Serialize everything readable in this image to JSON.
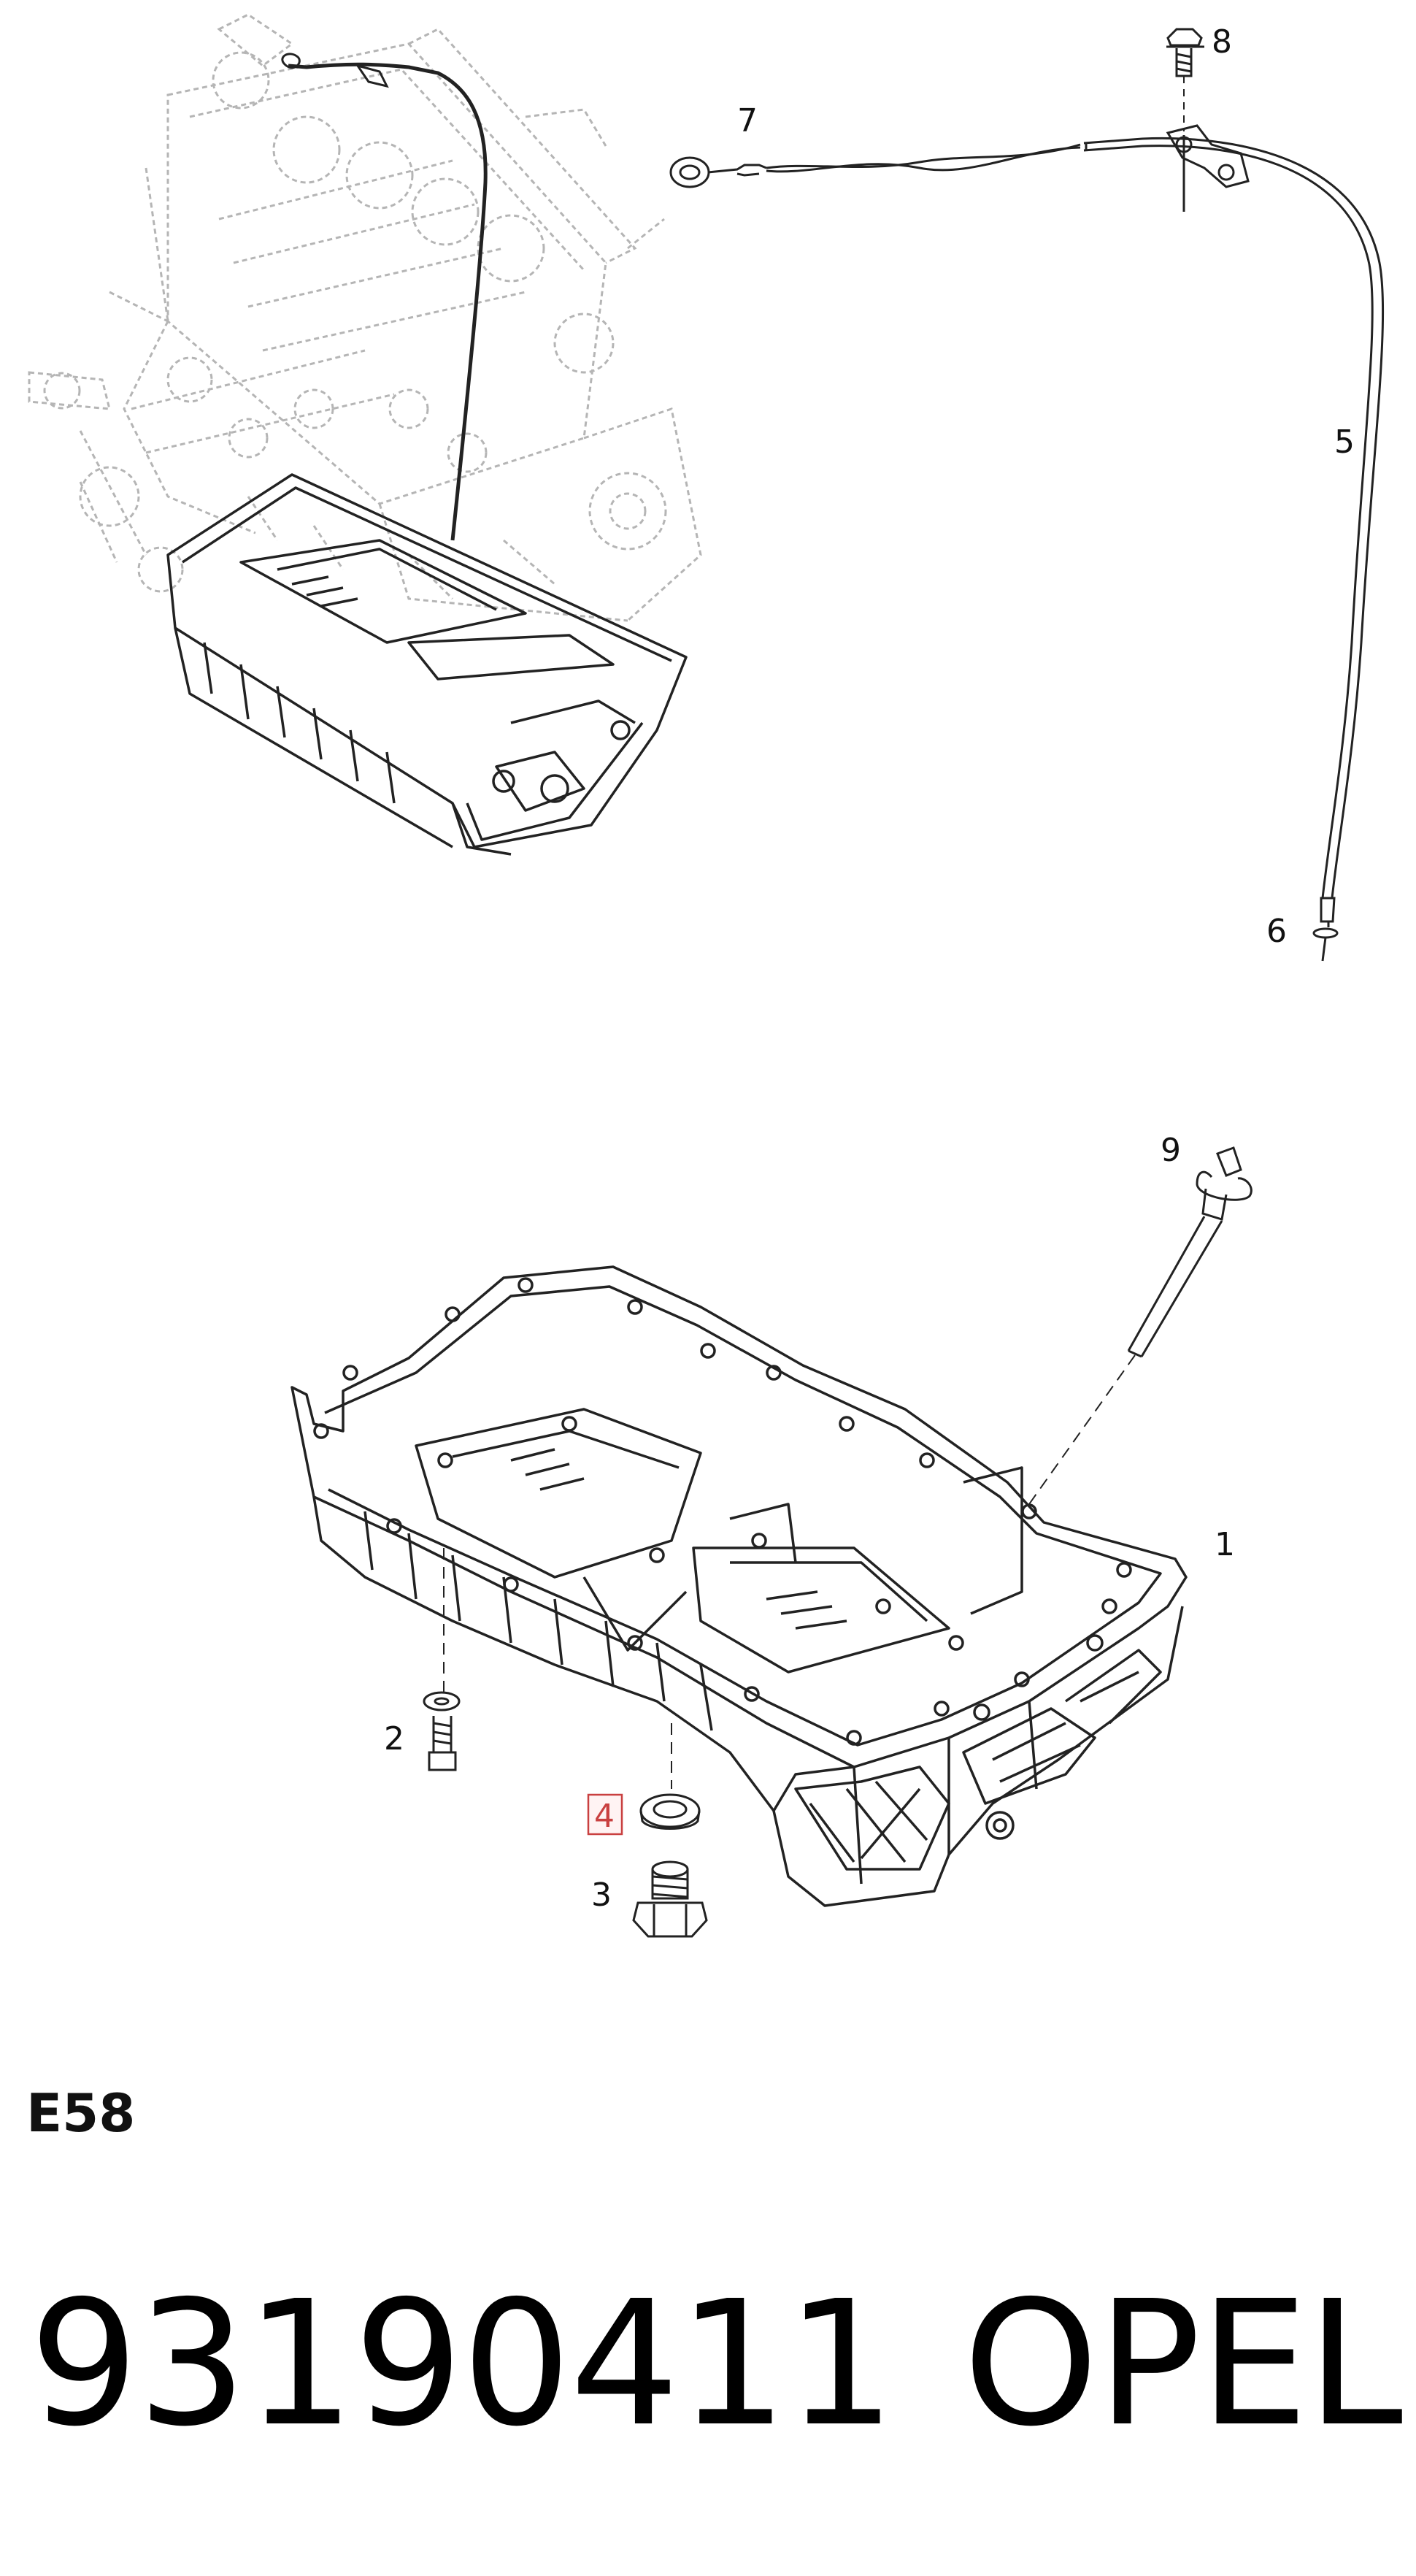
{
  "diagram": {
    "code": "E58",
    "part_number": "93190411",
    "brand": "OPEL",
    "callouts": [
      {
        "id": "c1",
        "label": "1"
      },
      {
        "id": "c2",
        "label": "2"
      },
      {
        "id": "c3",
        "label": "3"
      },
      {
        "id": "c4",
        "label": "4",
        "highlighted": true
      },
      {
        "id": "c5",
        "label": "5"
      },
      {
        "id": "c6",
        "label": "6"
      },
      {
        "id": "c7",
        "label": "7"
      },
      {
        "id": "c8",
        "label": "8"
      },
      {
        "id": "c9",
        "label": "9"
      }
    ],
    "colors": {
      "line": "#222222",
      "faint": "#b8b8b8",
      "highlight": "#c94040"
    }
  }
}
